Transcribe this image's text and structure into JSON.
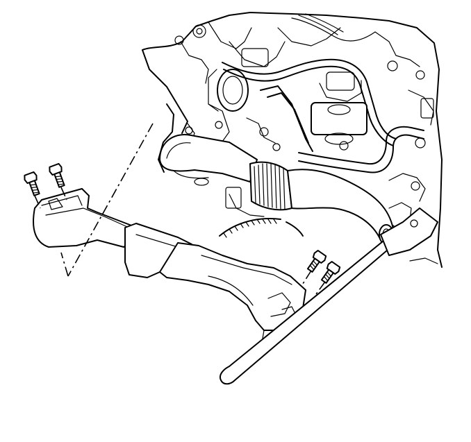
{
  "colors": {
    "ink": "#000000",
    "paper": "#ffffff"
  },
  "figure": {
    "subject": "engine-lower-intake-duct-removal",
    "parts": [
      {
        "id": "engine-block",
        "icon": "engine-outline-icon"
      },
      {
        "id": "air-duct",
        "icon": "air-duct-icon"
      },
      {
        "id": "rear-bolts",
        "icon": "bolt-icon",
        "count": 2
      },
      {
        "id": "front-bolts",
        "icon": "bolt-icon",
        "count": 2
      },
      {
        "id": "support-bracket",
        "icon": "bracket-icon"
      },
      {
        "id": "flexible-hose",
        "icon": "corrugated-hose-icon"
      },
      {
        "id": "flywheel",
        "icon": "flywheel-icon"
      }
    ]
  }
}
